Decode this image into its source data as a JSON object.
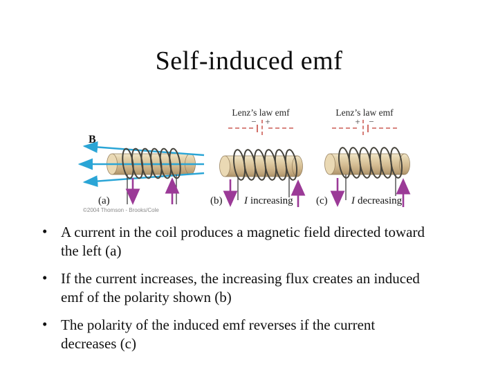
{
  "slide": {
    "title": "Self-induced emf",
    "bullets": [
      "A current in the coil produces a magnetic field directed toward the left (a)",
      "If the current increases, the increasing flux creates an induced emf of the polarity shown (b)",
      "The polarity of the induced emf reverses if the current decreases (c)"
    ]
  },
  "figure": {
    "field_label": "B",
    "copyright": "©2004 Thomson - Brooks/Cole",
    "panels": {
      "a": {
        "label": "(a)"
      },
      "b": {
        "label": "(b)",
        "lenz_label": "Lenz’s law emf",
        "left_sign": "−",
        "right_sign": "+",
        "current_symbol": "I",
        "current_text": "increasing"
      },
      "c": {
        "label": "(c)",
        "lenz_label": "Lenz’s law emf",
        "left_sign": "+",
        "right_sign": "−",
        "current_symbol": "I",
        "current_text": "decreasing"
      }
    },
    "colors": {
      "field_arrow_blue": "#2aa5d6",
      "current_arrow_purple": "#9b3a97",
      "battery_red": "#cc5b54",
      "cylinder_tan": "#d6c098",
      "coil_stroke": "#46443c",
      "copyright_gray": "#8a8a8a",
      "text_black": "#141414"
    }
  }
}
